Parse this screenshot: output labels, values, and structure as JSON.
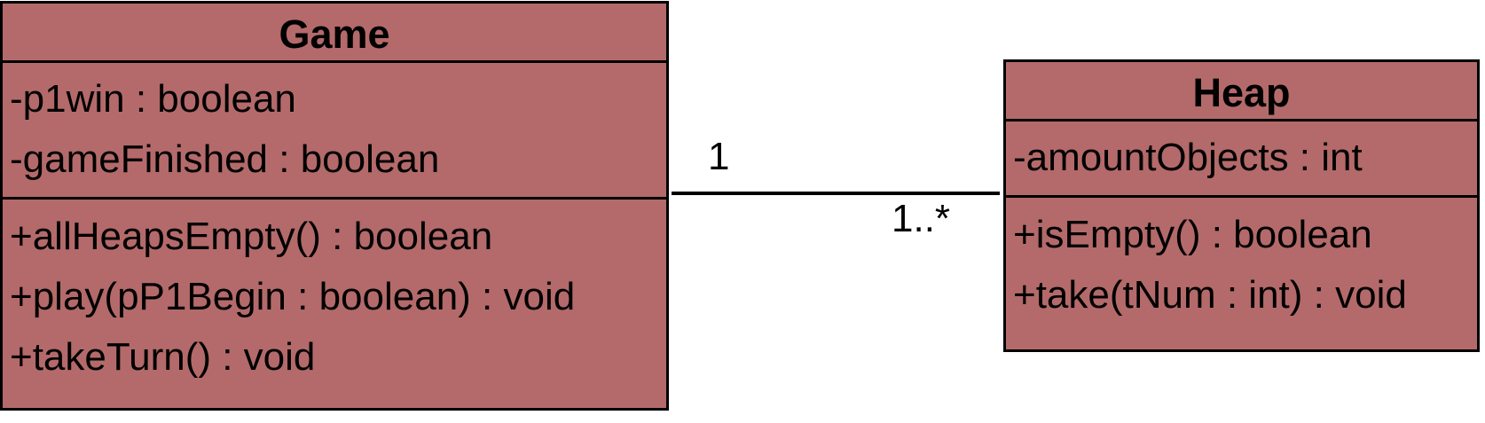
{
  "diagram": {
    "classes": [
      {
        "name": "Game",
        "attributes": [
          "-p1win : boolean",
          "-gameFinished : boolean"
        ],
        "operations": [
          "+allHeapsEmpty() : boolean",
          "+play(pP1Begin : boolean) : void",
          "+takeTurn() : void"
        ]
      },
      {
        "name": "Heap",
        "attributes": [
          "-amountObjects : int"
        ],
        "operations": [
          "+isEmpty() : boolean",
          "+take(tNum : int) : void"
        ]
      }
    ],
    "association": {
      "from": "Game",
      "to": "Heap",
      "from_multiplicity": "1",
      "to_multiplicity": "1..*"
    },
    "colors": {
      "class_fill": "#b46a6a",
      "border": "#000000",
      "text": "#000000"
    }
  }
}
